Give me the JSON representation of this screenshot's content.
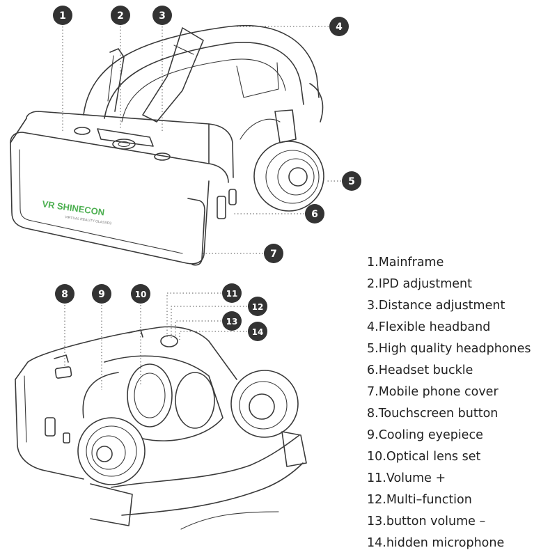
{
  "brand": {
    "logo_text": "VR SHINECON",
    "tagline": "VIRTUAL REALITY GLASSES",
    "accent_color": "#4caf50"
  },
  "callout_color": "#333333",
  "callouts": [
    {
      "number": "1"
    },
    {
      "number": "2"
    },
    {
      "number": "3"
    },
    {
      "number": "4"
    },
    {
      "number": "5"
    },
    {
      "number": "6"
    },
    {
      "number": "7"
    },
    {
      "number": "8"
    },
    {
      "number": "9"
    },
    {
      "number": "10"
    },
    {
      "number": "11"
    },
    {
      "number": "12"
    },
    {
      "number": "13"
    },
    {
      "number": "14"
    }
  ],
  "legend": [
    "1.Mainframe",
    "2.IPD adjustment",
    "3.Distance adjustment",
    "4.Flexible headband",
    "5.High quality headphones",
    "6.Headset buckle",
    "7.Mobile phone cover",
    "8.Touchscreen button",
    "9.Cooling eyepiece",
    "10.Optical lens set",
    "11.Volume +",
    "12.Multi–function",
    "13.button volume –",
    "14.hidden microphone"
  ]
}
